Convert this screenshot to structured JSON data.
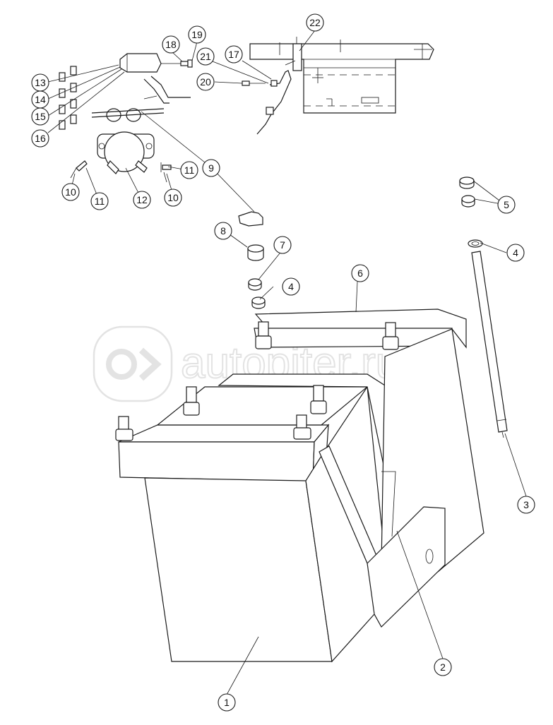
{
  "watermark": {
    "text": "autopiter.ru",
    "color": "#e3e3e3"
  },
  "callouts": [
    {
      "id": "c1",
      "label": "1"
    },
    {
      "id": "c2",
      "label": "2"
    },
    {
      "id": "c3",
      "label": "3"
    },
    {
      "id": "c4a",
      "label": "4"
    },
    {
      "id": "c4b",
      "label": "4"
    },
    {
      "id": "c5",
      "label": "5"
    },
    {
      "id": "c6",
      "label": "6"
    },
    {
      "id": "c7",
      "label": "7"
    },
    {
      "id": "c8",
      "label": "8"
    },
    {
      "id": "c9",
      "label": "9"
    },
    {
      "id": "c10a",
      "label": "10"
    },
    {
      "id": "c10b",
      "label": "10"
    },
    {
      "id": "c11a",
      "label": "11"
    },
    {
      "id": "c11b",
      "label": "11"
    },
    {
      "id": "c12",
      "label": "12"
    },
    {
      "id": "c13",
      "label": "13"
    },
    {
      "id": "c14",
      "label": "14"
    },
    {
      "id": "c15",
      "label": "15"
    },
    {
      "id": "c16",
      "label": "16"
    },
    {
      "id": "c17",
      "label": "17"
    },
    {
      "id": "c18",
      "label": "18"
    },
    {
      "id": "c19",
      "label": "19"
    },
    {
      "id": "c20",
      "label": "20"
    },
    {
      "id": "c21",
      "label": "21"
    },
    {
      "id": "c22",
      "label": "22"
    }
  ]
}
